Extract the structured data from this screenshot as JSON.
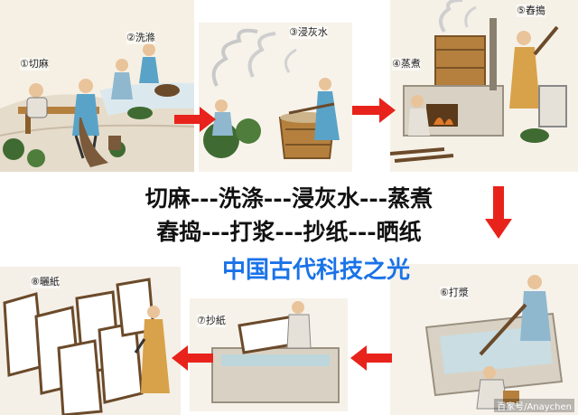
{
  "steps": [
    {
      "label": "①切麻"
    },
    {
      "label": "②洗滌"
    },
    {
      "label": "③浸灰水"
    },
    {
      "label": "④蒸煮"
    },
    {
      "label": "⑤舂搗"
    },
    {
      "label": "⑥打漿"
    },
    {
      "label": "⑦抄紙"
    },
    {
      "label": "⑧曬紙"
    }
  ],
  "process": {
    "line1": "切麻---洗涤---浸灰水---蒸煮",
    "line2": "舂捣---打浆---抄纸---晒纸",
    "subtitle": "中国古代科技之光"
  },
  "watermark": "百家号/Anaychen",
  "colors": {
    "arrow": "#e8231b",
    "subtitle": "#1a73e8",
    "panel_bg": "#f4ede0",
    "wood": "#b5803e",
    "robe_blue": "#5aa3c8",
    "skin": "#e9c39a",
    "plant": "#3f6b32",
    "stone": "#d9d2c4"
  }
}
